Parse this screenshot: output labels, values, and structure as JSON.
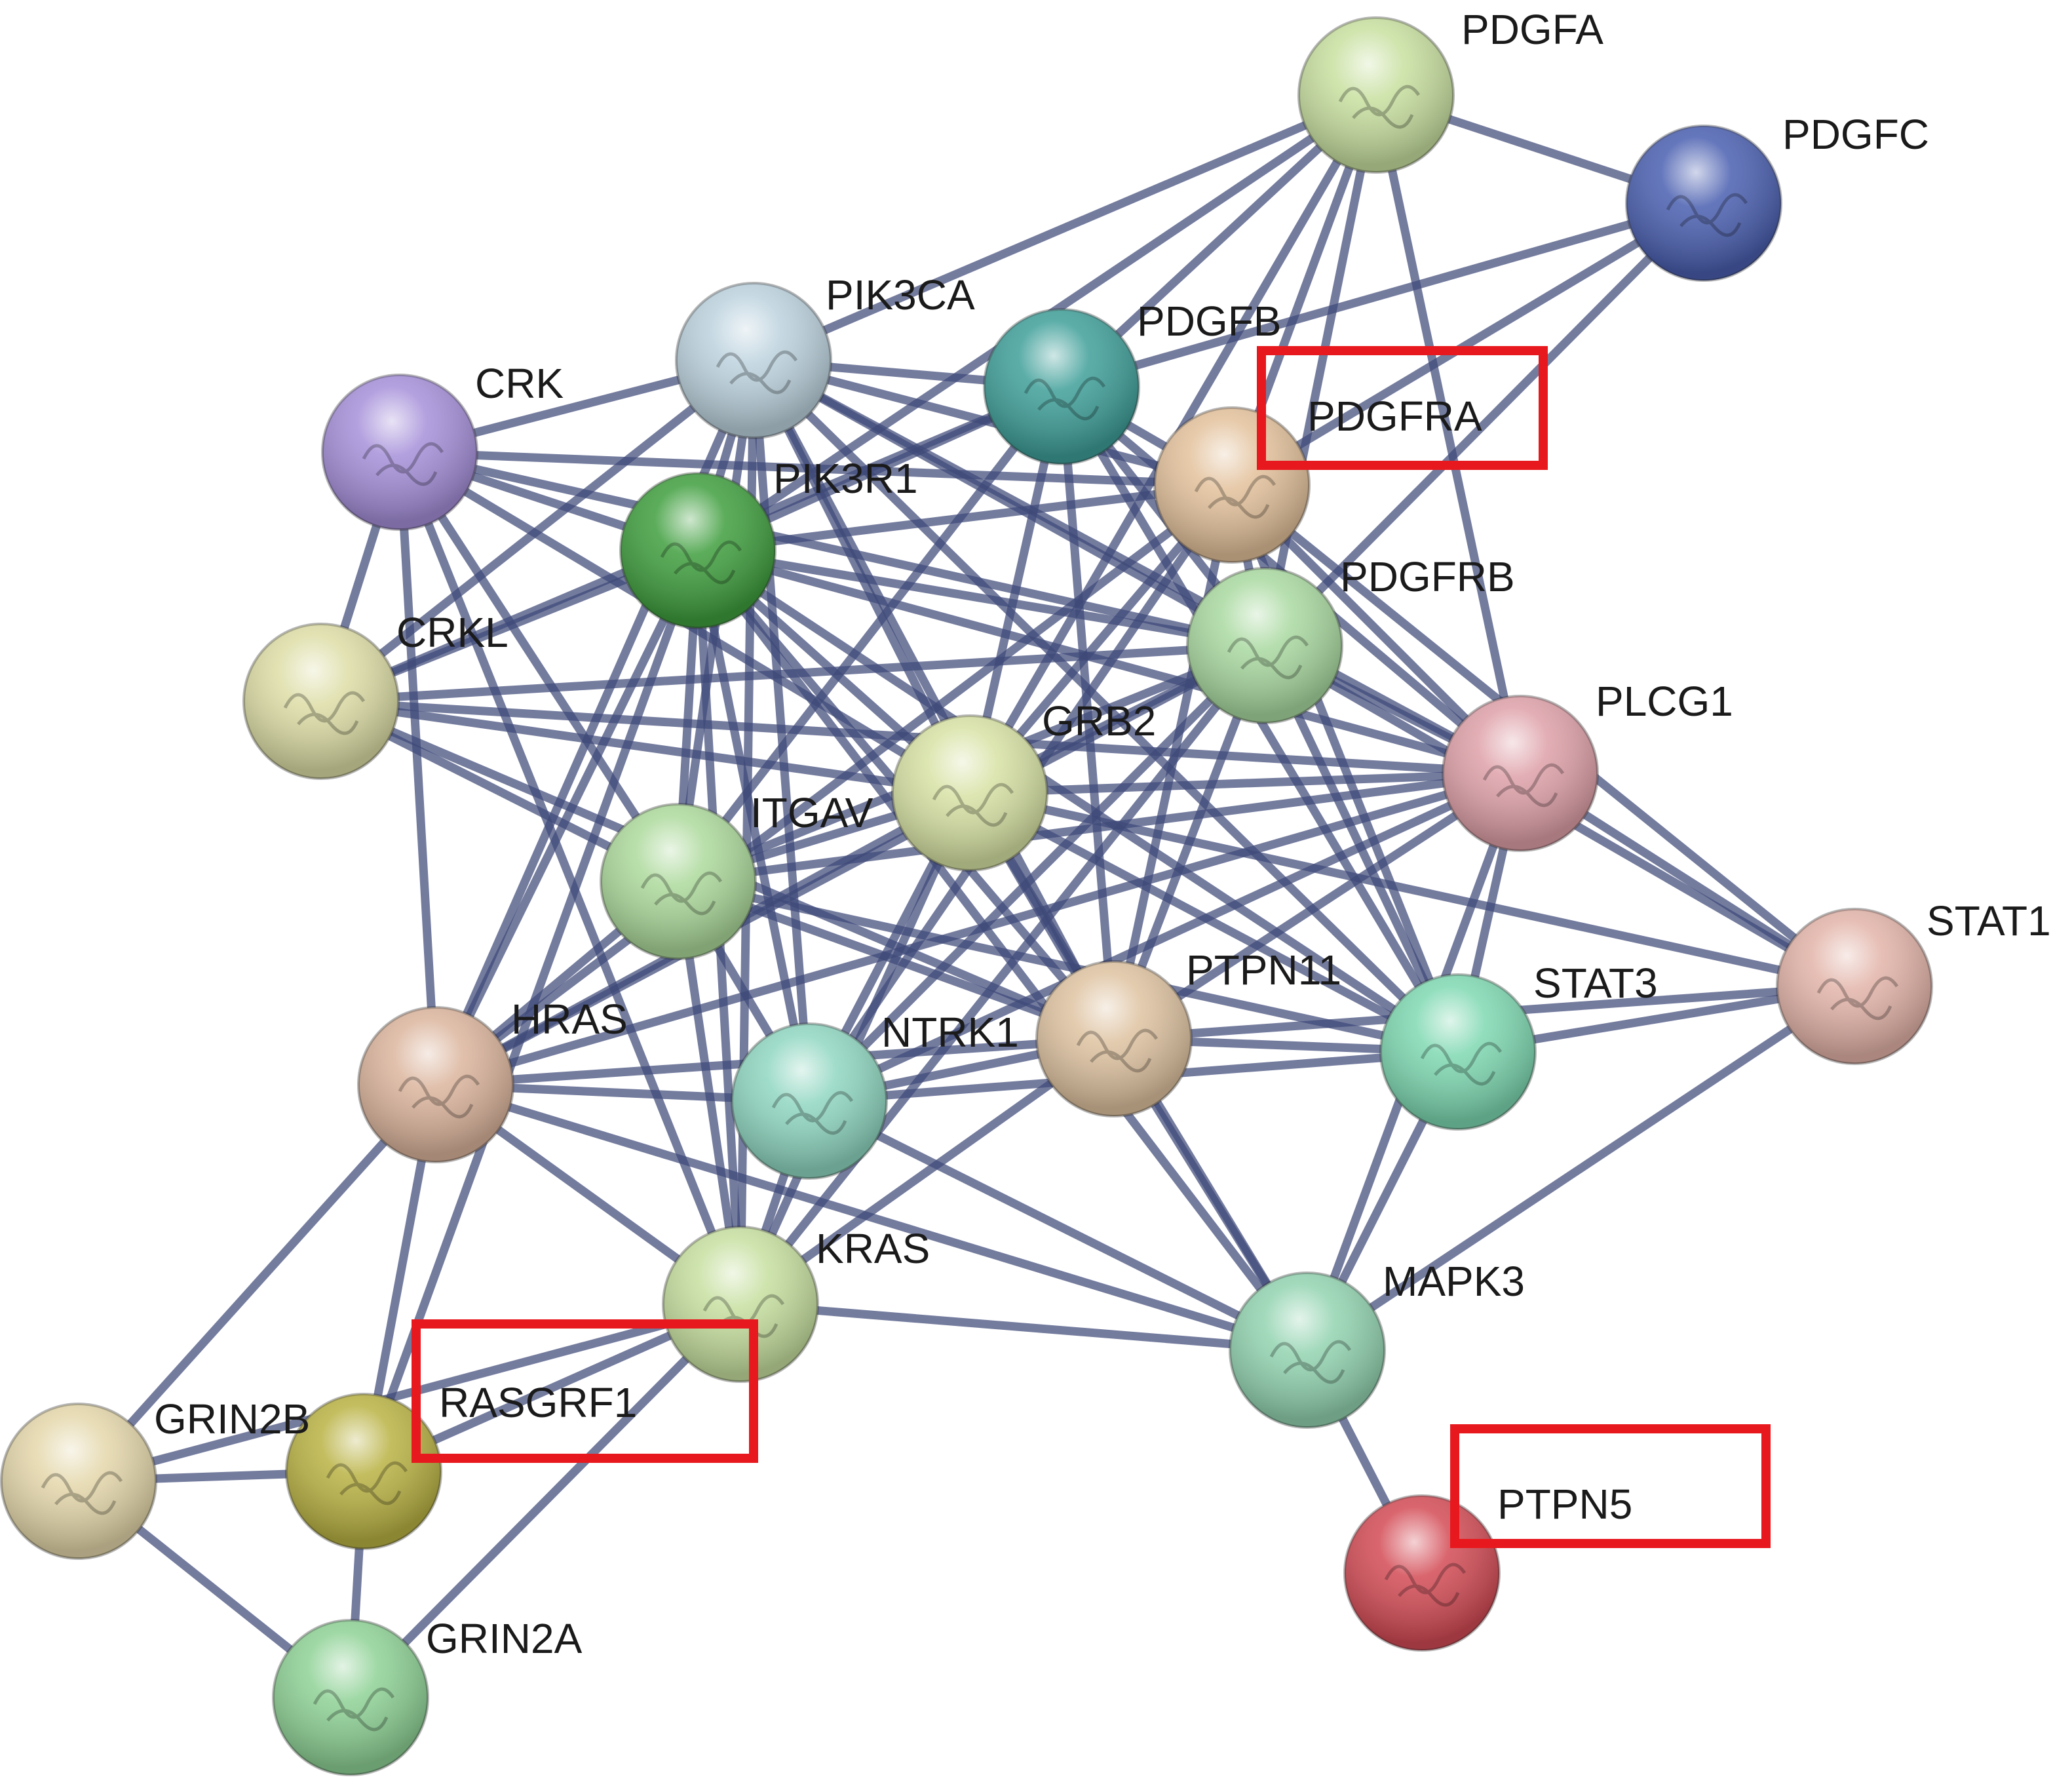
{
  "nodes": [
    {
      "id": "PDGFA",
      "label": "PDGFA",
      "color": "#c8e0a0"
    },
    {
      "id": "PDGFC",
      "label": "PDGFC",
      "color": "#4a5fb0"
    },
    {
      "id": "PIK3CA",
      "label": "PIK3CA",
      "color": "#bcd2de"
    },
    {
      "id": "PDGFB",
      "label": "PDGFB",
      "color": "#3f9f99"
    },
    {
      "id": "PDGFRA",
      "label": "PDGFRA",
      "color": "#e3c19b"
    },
    {
      "id": "CRK",
      "label": "CRK",
      "color": "#a58fd9"
    },
    {
      "id": "PIK3R1",
      "label": "PIK3R1",
      "color": "#3f9e3e"
    },
    {
      "id": "PDGFRB",
      "label": "PDGFRB",
      "color": "#a9d9a0"
    },
    {
      "id": "CRKL",
      "label": "CRKL",
      "color": "#dddda6"
    },
    {
      "id": "GRB2",
      "label": "GRB2",
      "color": "#d7e2a4"
    },
    {
      "id": "PLCG1",
      "label": "PLCG1",
      "color": "#dea0a8"
    },
    {
      "id": "ITGAV",
      "label": "ITGAV",
      "color": "#acd99b"
    },
    {
      "id": "STAT1",
      "label": "STAT1",
      "color": "#e2b3a8"
    },
    {
      "id": "HRAS",
      "label": "HRAS",
      "color": "#dbb49c"
    },
    {
      "id": "NTRK1",
      "label": "NTRK1",
      "color": "#8fd6c0"
    },
    {
      "id": "PTPN11",
      "label": "PTPN11",
      "color": "#dec2a0"
    },
    {
      "id": "STAT3",
      "label": "STAT3",
      "color": "#7ed8b1"
    },
    {
      "id": "KRAS",
      "label": "KRAS",
      "color": "#c6df9f"
    },
    {
      "id": "MAPK3",
      "label": "MAPK3",
      "color": "#92d3b0"
    },
    {
      "id": "RASGRF1",
      "label": "RASGRF1",
      "color": "#b9b243"
    },
    {
      "id": "GRIN2B",
      "label": "GRIN2B",
      "color": "#e4d7aa"
    },
    {
      "id": "PTPN5",
      "label": "PTPN5",
      "color": "#d34b55"
    },
    {
      "id": "GRIN2A",
      "label": "GRIN2A",
      "color": "#8ed195"
    }
  ],
  "edges": [
    [
      "PDGFA",
      "PDGFC"
    ],
    [
      "PDGFA",
      "PIK3CA"
    ],
    [
      "PDGFA",
      "PDGFB"
    ],
    [
      "PDGFA",
      "PDGFRA"
    ],
    [
      "PDGFA",
      "PDGFRB"
    ],
    [
      "PDGFA",
      "PLCG1"
    ],
    [
      "PDGFA",
      "GRB2"
    ],
    [
      "PDGFA",
      "PIK3R1"
    ],
    [
      "PDGFC",
      "PDGFB"
    ],
    [
      "PDGFC",
      "PDGFRA"
    ],
    [
      "PDGFC",
      "PDGFRB"
    ],
    [
      "PIK3CA",
      "CRK"
    ],
    [
      "PIK3CA",
      "PIK3R1"
    ],
    [
      "PIK3CA",
      "PDGFB"
    ],
    [
      "PIK3CA",
      "PDGFRA"
    ],
    [
      "PIK3CA",
      "PDGFRB"
    ],
    [
      "PIK3CA",
      "GRB2"
    ],
    [
      "PIK3CA",
      "ITGAV"
    ],
    [
      "PIK3CA",
      "HRAS"
    ],
    [
      "PIK3CA",
      "KRAS"
    ],
    [
      "PIK3CA",
      "PTPN11"
    ],
    [
      "PIK3CA",
      "PLCG1"
    ],
    [
      "PIK3CA",
      "NTRK1"
    ],
    [
      "PIK3CA",
      "CRKL"
    ],
    [
      "PIK3CA",
      "STAT3"
    ],
    [
      "PDGFB",
      "PDGFRA"
    ],
    [
      "PDGFB",
      "PDGFRB"
    ],
    [
      "PDGFB",
      "PIK3R1"
    ],
    [
      "PDGFB",
      "GRB2"
    ],
    [
      "PDGFB",
      "PLCG1"
    ],
    [
      "PDGFB",
      "PTPN11"
    ],
    [
      "PDGFB",
      "ITGAV"
    ],
    [
      "PDGFB",
      "STAT3"
    ],
    [
      "PDGFB",
      "CRKL"
    ],
    [
      "PDGFRA",
      "PIK3R1"
    ],
    [
      "PDGFRA",
      "PDGFRB"
    ],
    [
      "PDGFRA",
      "GRB2"
    ],
    [
      "PDGFRA",
      "PLCG1"
    ],
    [
      "PDGFRA",
      "PTPN11"
    ],
    [
      "PDGFRA",
      "STAT3"
    ],
    [
      "PDGFRA",
      "CRK"
    ],
    [
      "PDGFRA",
      "HRAS"
    ],
    [
      "PDGFRA",
      "STAT1"
    ],
    [
      "PDGFRA",
      "NTRK1"
    ],
    [
      "CRK",
      "PIK3R1"
    ],
    [
      "CRK",
      "CRKL"
    ],
    [
      "CRK",
      "GRB2"
    ],
    [
      "CRK",
      "PDGFRB"
    ],
    [
      "CRK",
      "HRAS"
    ],
    [
      "CRK",
      "KRAS"
    ],
    [
      "CRK",
      "ITGAV"
    ],
    [
      "PIK3R1",
      "PDGFRB"
    ],
    [
      "PIK3R1",
      "GRB2"
    ],
    [
      "PIK3R1",
      "CRKL"
    ],
    [
      "PIK3R1",
      "ITGAV"
    ],
    [
      "PIK3R1",
      "HRAS"
    ],
    [
      "PIK3R1",
      "KRAS"
    ],
    [
      "PIK3R1",
      "NTRK1"
    ],
    [
      "PIK3R1",
      "PTPN11"
    ],
    [
      "PIK3R1",
      "PLCG1"
    ],
    [
      "PIK3R1",
      "STAT3"
    ],
    [
      "PIK3R1",
      "RASGRF1"
    ],
    [
      "PIK3R1",
      "MAPK3"
    ],
    [
      "PDGFRB",
      "GRB2"
    ],
    [
      "PDGFRB",
      "PLCG1"
    ],
    [
      "PDGFRB",
      "PTPN11"
    ],
    [
      "PDGFRB",
      "STAT3"
    ],
    [
      "PDGFRB",
      "STAT1"
    ],
    [
      "PDGFRB",
      "NTRK1"
    ],
    [
      "PDGFRB",
      "CRKL"
    ],
    [
      "PDGFRB",
      "HRAS"
    ],
    [
      "PDGFRB",
      "ITGAV"
    ],
    [
      "PDGFRB",
      "KRAS"
    ],
    [
      "CRKL",
      "GRB2"
    ],
    [
      "CRKL",
      "PLCG1"
    ],
    [
      "CRKL",
      "ITGAV"
    ],
    [
      "CRKL",
      "PTPN11"
    ],
    [
      "GRB2",
      "PLCG1"
    ],
    [
      "GRB2",
      "ITGAV"
    ],
    [
      "GRB2",
      "HRAS"
    ],
    [
      "GRB2",
      "NTRK1"
    ],
    [
      "GRB2",
      "PTPN11"
    ],
    [
      "GRB2",
      "STAT3"
    ],
    [
      "GRB2",
      "KRAS"
    ],
    [
      "GRB2",
      "MAPK3"
    ],
    [
      "GRB2",
      "STAT1"
    ],
    [
      "PLCG1",
      "STAT1"
    ],
    [
      "PLCG1",
      "STAT3"
    ],
    [
      "PLCG1",
      "PTPN11"
    ],
    [
      "PLCG1",
      "NTRK1"
    ],
    [
      "PLCG1",
      "ITGAV"
    ],
    [
      "PLCG1",
      "HRAS"
    ],
    [
      "PLCG1",
      "MAPK3"
    ],
    [
      "ITGAV",
      "HRAS"
    ],
    [
      "ITGAV",
      "NTRK1"
    ],
    [
      "ITGAV",
      "PTPN11"
    ],
    [
      "ITGAV",
      "KRAS"
    ],
    [
      "ITGAV",
      "STAT3"
    ],
    [
      "STAT1",
      "STAT3"
    ],
    [
      "STAT1",
      "MAPK3"
    ],
    [
      "STAT1",
      "PTPN11"
    ],
    [
      "HRAS",
      "NTRK1"
    ],
    [
      "HRAS",
      "KRAS"
    ],
    [
      "HRAS",
      "RASGRF1"
    ],
    [
      "HRAS",
      "GRIN2B"
    ],
    [
      "HRAS",
      "MAPK3"
    ],
    [
      "HRAS",
      "PTPN11"
    ],
    [
      "NTRK1",
      "PTPN11"
    ],
    [
      "NTRK1",
      "KRAS"
    ],
    [
      "NTRK1",
      "STAT3"
    ],
    [
      "NTRK1",
      "MAPK3"
    ],
    [
      "PTPN11",
      "STAT3"
    ],
    [
      "PTPN11",
      "MAPK3"
    ],
    [
      "PTPN11",
      "KRAS"
    ],
    [
      "STAT3",
      "MAPK3"
    ],
    [
      "KRAS",
      "MAPK3"
    ],
    [
      "KRAS",
      "RASGRF1"
    ],
    [
      "KRAS",
      "GRIN2B"
    ],
    [
      "MAPK3",
      "PTPN5"
    ],
    [
      "RASGRF1",
      "GRIN2B"
    ],
    [
      "RASGRF1",
      "GRIN2A"
    ],
    [
      "GRIN2B",
      "GRIN2A"
    ],
    [
      "KRAS",
      "GRIN2A"
    ]
  ],
  "highlights": [
    "PDGFRA",
    "RASGRF1",
    "PTPN5"
  ],
  "colors": {
    "edge": "#3f4a78",
    "highlight": "#e8191e"
  }
}
